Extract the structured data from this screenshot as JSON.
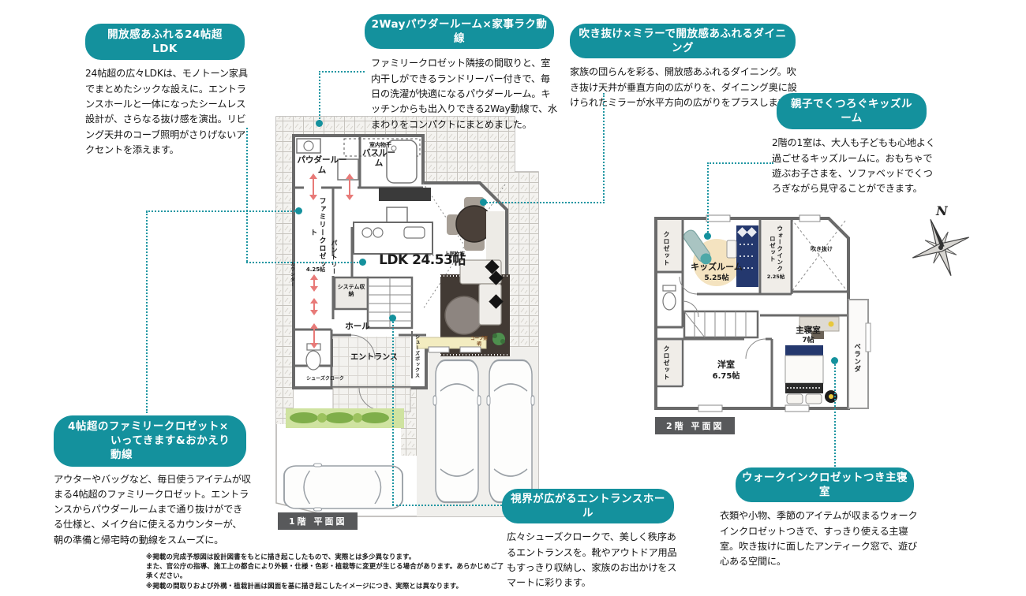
{
  "accent_color": "#14919d",
  "wall_color": "#6a6a6a",
  "callouts": {
    "ldk": {
      "title": "開放感あふれる24帖超LDK",
      "body": "24帖超の広々LDKは、モノトーン家具でまとめたシックな設えに。エントランスホールと一体になったシームレス設計が、さらなる抜け感を演出。リビング天井のコーブ照明がさりげないアクセントを添えます。"
    },
    "powder": {
      "title": "2Wayパウダールーム×家事ラク動線",
      "body": "ファミリークロゼット隣接の間取りと、室内干しができるランドリーバー付きで、毎日の洗濯が快適になるパウダールーム。キッチンからも出入りできる2Way動線で、水まわりをコンパクトにまとめました。"
    },
    "dining": {
      "title": "吹き抜け×ミラーで開放感あふれるダイニング",
      "body": "家族の団らんを彩る、開放感あふれるダイニング。吹き抜け天井が垂直方向の広がりを、ダイニング奥に設けられたミラーが水平方向の広がりをプラスします。"
    },
    "kids": {
      "title": "親子でくつろぐキッズルーム",
      "body": "2階の1室は、大人も子どもも心地よく過ごせるキッズルームに。おもちゃで遊ぶお子さまを、ソファベッドでくつろぎながら見守ることができます。"
    },
    "famclo": {
      "title_line1": "4帖超のファミリークロゼット×",
      "title_line2": "いってきます&おかえり動線",
      "body": "アウターやバッグなど、毎日使うアイテムが収まる4帖超のファミリークロゼット。エントランスからパウダールームまで通り抜けができる仕様と、メイク台に使えるカウンターが、朝の準備と帰宅時の動線をスムーズに。"
    },
    "entrance": {
      "title": "視界が広がるエントランスホール",
      "body": "広々シューズクロークで、美しく秩序あるエントランスを。靴やアウトドア用品もすっきり収納し、家族のお出かけをスマートに彩ります。"
    },
    "master": {
      "title": "ウォークインクロゼットつき主寝室",
      "body": "衣類や小物、季節のアイテムが収まるウォークインクロゼットつきで、すっきり使える主寝室。吹き抜けに面したアンティーク窓で、遊び心ある空間に。"
    }
  },
  "floor1": {
    "caption": "1階 平面図",
    "labels": {
      "powder": "パウダールーム",
      "laundry": "室内物干",
      "bath": "バスルーム",
      "family_closet": "ファミリークロゼット",
      "family_closet_size": "4.25帖",
      "counter": "カウンター",
      "pantry": "パントリー",
      "ldk": "LDK 24.53帖",
      "upper_void": "上部吹抜",
      "system_storage": "システム収納",
      "hall": "ホール",
      "entrance": "エントランス",
      "shoe_box": "シューズボックス",
      "shoe_cloak": "シューズクローク",
      "cove": "コーブ照明"
    }
  },
  "floor2": {
    "caption": "2階 平面図",
    "labels": {
      "closet": "クロゼット",
      "kids": "キッズルーム",
      "kids_size": "5.25帖",
      "wic": "ウォークインクロゼット",
      "wic_size": "2.25帖",
      "void": "吹き抜け",
      "master": "主寝室",
      "master_size": "7帖",
      "veranda": "ベランダ",
      "western": "洋室",
      "western_size": "6.75帖",
      "closet2": "クロゼット"
    }
  },
  "compass": {
    "north": "N"
  },
  "disclaimer": {
    "line1": "※掲載の完成予想図は設計図書をもとに描き起こしたもので、実際とは多少異なります。",
    "line2": "また、官公庁の指導、施工上の都合により外観・仕様・色彩・植栽等に変更が生じる場合があります。あらかじめご了承ください。",
    "line3": "※掲載の間取りおよび外構・植栽計画は図面を基に描き起こしたイメージにつき、実際とは異なります。"
  }
}
